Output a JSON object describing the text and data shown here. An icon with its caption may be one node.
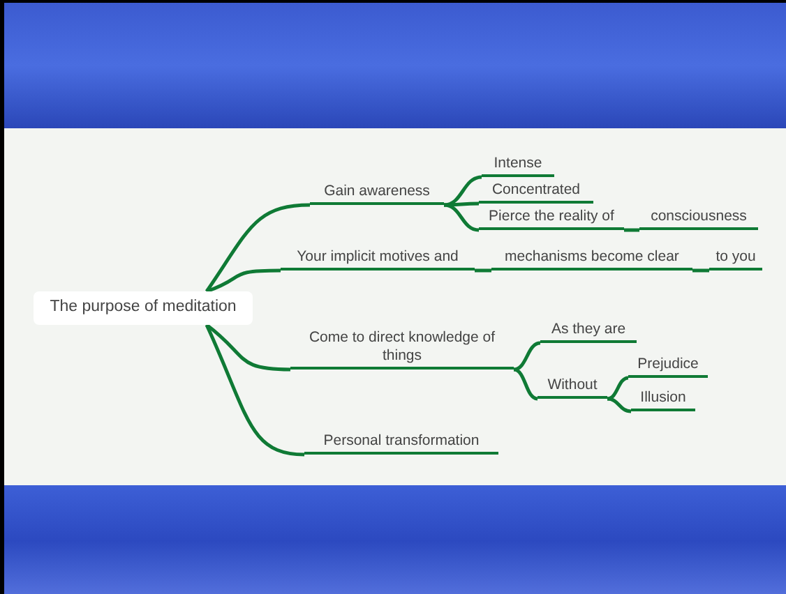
{
  "diagram": {
    "nodes": [
      {
        "text": [
          "The purpose of meditation"
        ]
      },
      {
        "text": [
          "Gain awareness"
        ]
      },
      {
        "text": [
          "Intense"
        ]
      },
      {
        "text": [
          "Concentrated"
        ]
      },
      {
        "text": [
          "Pierce the reality of"
        ]
      },
      {
        "text": [
          "consciousness"
        ]
      },
      {
        "text": [
          "Your implicit motives and"
        ]
      },
      {
        "text": [
          "mechanisms become clear"
        ]
      },
      {
        "text": [
          "to you"
        ]
      },
      {
        "text": [
          "Come to direct knowledge of things"
        ]
      },
      {
        "text": [
          "As they are"
        ]
      },
      {
        "text": [
          "Without"
        ]
      },
      {
        "text": [
          "Prejudice"
        ]
      },
      {
        "text": [
          "Illusion"
        ]
      },
      {
        "text": [
          "Personal transformation"
        ]
      }
    ],
    "edges": [
      {
        "from": 0,
        "to": 1,
        "arrow": "none"
      },
      {
        "from": 1,
        "to": 2,
        "arrow": "none"
      },
      {
        "from": 1,
        "to": 3,
        "arrow": "none"
      },
      {
        "from": 1,
        "to": 4,
        "arrow": "none"
      },
      {
        "from": 4,
        "to": 5,
        "arrow": "none"
      },
      {
        "from": 0,
        "to": 6,
        "arrow": "none"
      },
      {
        "from": 6,
        "to": 7,
        "arrow": "none"
      },
      {
        "from": 7,
        "to": 8,
        "arrow": "none"
      },
      {
        "from": 0,
        "to": 9,
        "arrow": "none"
      },
      {
        "from": 9,
        "to": 10,
        "arrow": "none"
      },
      {
        "from": 9,
        "to": 11,
        "arrow": "none"
      },
      {
        "from": 11,
        "to": 12,
        "arrow": "none"
      },
      {
        "from": 11,
        "to": 13,
        "arrow": "none"
      },
      {
        "from": 0,
        "to": 14,
        "arrow": "none"
      }
    ]
  }
}
